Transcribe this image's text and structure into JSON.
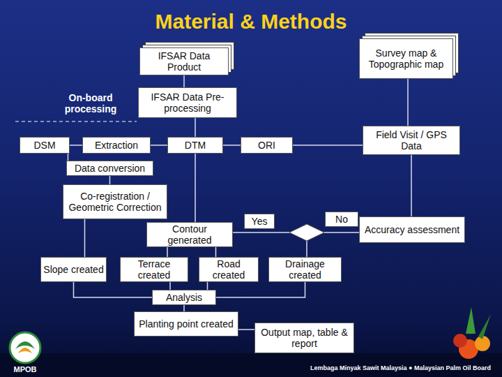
{
  "diagram": {
    "title": "Material & Methods",
    "nodes": [
      {
        "text": [
          "IFSAR Data Product"
        ]
      },
      {
        "text": [
          "Survey map & Topographic map"
        ]
      },
      {
        "text": [
          "IFSAR Data Pre-processing"
        ]
      },
      {
        "text": [
          "DSM"
        ]
      },
      {
        "text": [
          "Extraction"
        ]
      },
      {
        "text": [
          "DTM"
        ]
      },
      {
        "text": [
          "ORI"
        ]
      },
      {
        "text": [
          "Field Visit / GPS Data"
        ]
      },
      {
        "text": [
          "Data conversion"
        ]
      },
      {
        "text": [
          "Co-registration / Geometric Correction"
        ]
      },
      {
        "text": [
          "Contour generated"
        ]
      },
      {
        "text": [
          "Accuracy assessment"
        ]
      },
      {
        "text": [
          "Slope created"
        ]
      },
      {
        "text": [
          "Terrace created"
        ]
      },
      {
        "text": [
          "Road created"
        ]
      },
      {
        "text": [
          "Drainage created"
        ]
      },
      {
        "text": [
          "Analysis"
        ]
      },
      {
        "text": [
          "Planting point created"
        ]
      },
      {
        "text": [
          "Output map, table & report"
        ]
      }
    ],
    "edges": [
      {
        "from": 0,
        "to": 2,
        "arrow": "none"
      },
      {
        "from": 1,
        "to": 7,
        "arrow": "none"
      },
      {
        "from": 2,
        "to": 5,
        "arrow": "none"
      },
      {
        "from": 3,
        "to": 4,
        "arrow": "none"
      },
      {
        "from": 4,
        "to": 5,
        "arrow": "none"
      },
      {
        "from": 5,
        "to": 6,
        "arrow": "none"
      },
      {
        "from": 7,
        "to": 6,
        "arrow": "none"
      },
      {
        "from": 3,
        "to": 8,
        "arrow": "none"
      },
      {
        "from": 8,
        "to": 9,
        "arrow": "none"
      },
      {
        "from": 5,
        "to": 10,
        "arrow": "none"
      },
      {
        "from": 7,
        "to": 11,
        "arrow": "none"
      },
      {
        "from": 10,
        "to": 11,
        "arrow": "none"
      },
      {
        "from": 9,
        "to": 12,
        "arrow": "none"
      },
      {
        "from": 10,
        "to": 13,
        "arrow": "none"
      },
      {
        "from": 10,
        "to": 14,
        "arrow": "none"
      },
      {
        "from": 12,
        "to": 16,
        "arrow": "none"
      },
      {
        "from": 13,
        "to": 16,
        "arrow": "none"
      },
      {
        "from": 14,
        "to": 16,
        "arrow": "none"
      },
      {
        "from": 15,
        "to": 16,
        "arrow": "none"
      },
      {
        "from": 16,
        "to": 17,
        "arrow": "none"
      },
      {
        "from": 17,
        "to": 18,
        "arrow": "none"
      }
    ],
    "labels": [
      "On-board processing",
      "Yes",
      "No",
      "MPOB",
      "Lembaga Minyak Sawit Malaysia ● Malaysian Palm Oil Board"
    ]
  }
}
